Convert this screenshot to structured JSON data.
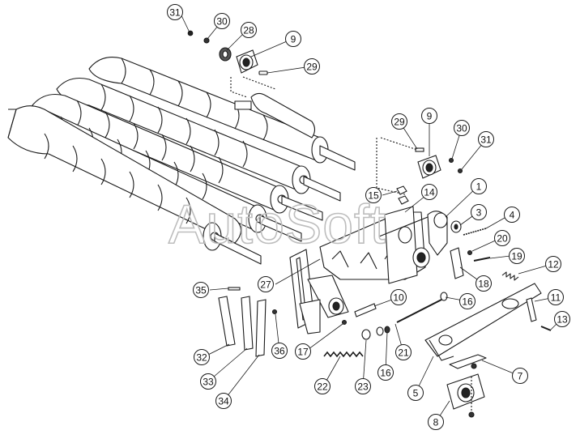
{
  "watermark": "AutoSoft",
  "callouts": [
    {
      "id": "c31a",
      "label": "31"
    },
    {
      "id": "c30a",
      "label": "30"
    },
    {
      "id": "c28",
      "label": "28"
    },
    {
      "id": "c9a",
      "label": "9"
    },
    {
      "id": "c29a",
      "label": "29"
    },
    {
      "id": "c29b",
      "label": "29"
    },
    {
      "id": "c9b",
      "label": "9"
    },
    {
      "id": "c30b",
      "label": "30"
    },
    {
      "id": "c31b",
      "label": "31"
    },
    {
      "id": "c15",
      "label": "15"
    },
    {
      "id": "c14",
      "label": "14"
    },
    {
      "id": "c1",
      "label": "1"
    },
    {
      "id": "c3",
      "label": "3"
    },
    {
      "id": "c4",
      "label": "4"
    },
    {
      "id": "c20",
      "label": "20"
    },
    {
      "id": "c19",
      "label": "19"
    },
    {
      "id": "c12",
      "label": "12"
    },
    {
      "id": "c18",
      "label": "18"
    },
    {
      "id": "c27",
      "label": "27"
    },
    {
      "id": "c35",
      "label": "35"
    },
    {
      "id": "c10",
      "label": "10"
    },
    {
      "id": "c16a",
      "label": "16"
    },
    {
      "id": "c11",
      "label": "11"
    },
    {
      "id": "c13",
      "label": "13"
    },
    {
      "id": "c17",
      "label": "17"
    },
    {
      "id": "c21",
      "label": "21"
    },
    {
      "id": "c16b",
      "label": "16"
    },
    {
      "id": "c7",
      "label": "7"
    },
    {
      "id": "c32",
      "label": "32"
    },
    {
      "id": "c36",
      "label": "36"
    },
    {
      "id": "c22",
      "label": "22"
    },
    {
      "id": "c23",
      "label": "23"
    },
    {
      "id": "c5",
      "label": "5"
    },
    {
      "id": "c33",
      "label": "33"
    },
    {
      "id": "c34",
      "label": "34"
    },
    {
      "id": "c8",
      "label": "8"
    }
  ]
}
